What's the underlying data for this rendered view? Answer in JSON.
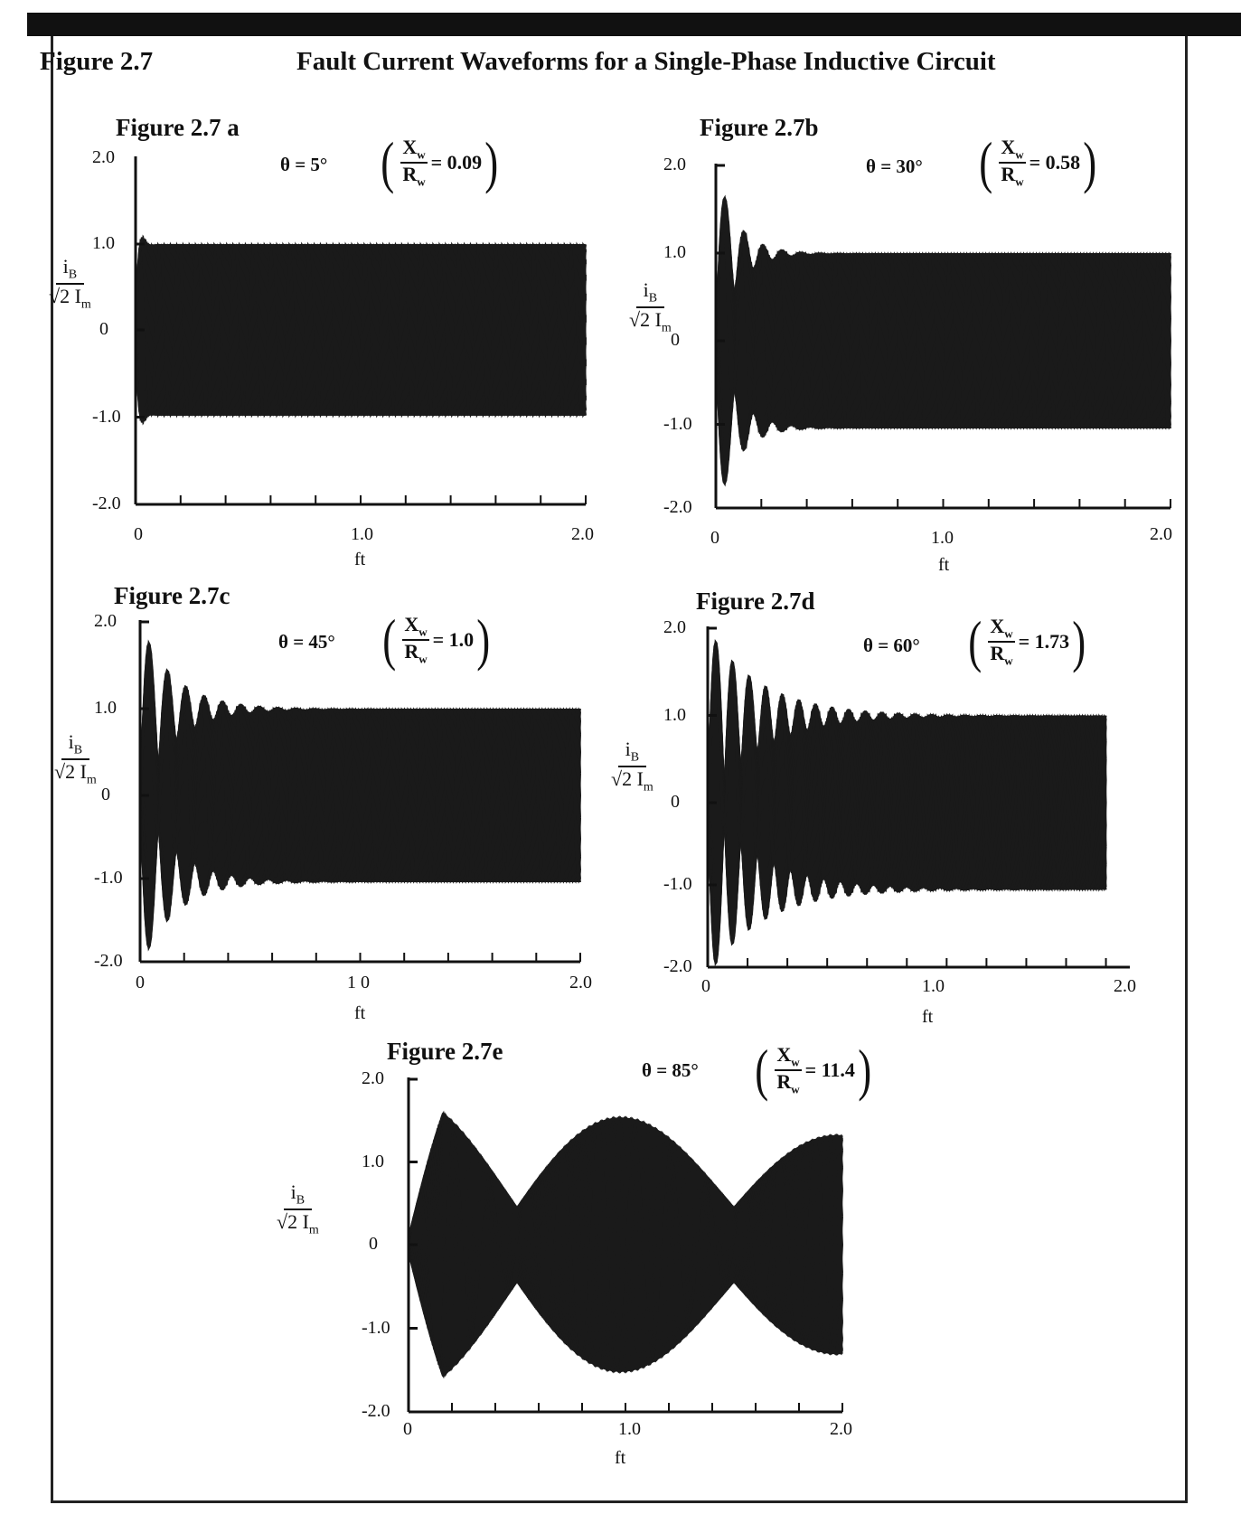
{
  "header": {
    "figure_number": "Figure 2.7",
    "title": "Fault Current Waveforms for a Single-Phase Inductive Circuit"
  },
  "chart_data": [
    {
      "id": "a",
      "type": "line",
      "title": "Figure 2.7 a",
      "theta_label": "θ = 5°",
      "ratio_num": "X",
      "ratio_den": "R",
      "ratio_sub": "w",
      "ratio_value": "= 0.09",
      "theta_deg": 5,
      "x_over_r": 0.09,
      "xlabel": "ft",
      "ylabel_num": "i",
      "ylabel_num_sub": "B",
      "ylabel_den": "√2 I",
      "ylabel_den_sub": "m",
      "xlim": [
        0,
        2.0
      ],
      "ylim": [
        -2.0,
        2.0
      ],
      "x_ticks": [
        "0",
        "1.0",
        "2.0"
      ],
      "y_ticks": [
        "2.0",
        "1.0",
        "0",
        "-1.0",
        "-2.0"
      ],
      "series_description": "Family of fault-current curves for switching angles 0–360°; envelope ≈ ±1.0 throughout",
      "envelope_max": 1.0,
      "envelope_min": -1.0
    },
    {
      "id": "b",
      "type": "line",
      "title": "Figure 2.7b",
      "theta_label": "θ = 30°",
      "ratio_num": "X",
      "ratio_den": "R",
      "ratio_sub": "w",
      "ratio_value": "= 0.58",
      "theta_deg": 30,
      "x_over_r": 0.58,
      "xlabel": "ft",
      "ylabel_num": "i",
      "ylabel_num_sub": "B",
      "ylabel_den": "√2 I",
      "ylabel_den_sub": "m",
      "xlim": [
        0,
        2.0
      ],
      "ylim": [
        -2.0,
        2.0
      ],
      "x_ticks": [
        "0",
        "1.0",
        "2.0"
      ],
      "y_ticks": [
        "2.0",
        "1.0",
        "0",
        "-1.0",
        "-2.0"
      ],
      "series_description": "Envelope reaches ±1.0 by ft≈0.25 and stays at ±1.0",
      "envelope_max": 1.0,
      "envelope_min": -1.0
    },
    {
      "id": "c",
      "type": "line",
      "title": "Figure 2.7c",
      "theta_label": "θ = 45°",
      "ratio_num": "X",
      "ratio_den": "R",
      "ratio_sub": "w",
      "ratio_value": "= 1.0",
      "theta_deg": 45,
      "x_over_r": 1.0,
      "xlabel": "ft",
      "ylabel_num": "i",
      "ylabel_num_sub": "B",
      "ylabel_den": "√2 I",
      "ylabel_den_sub": "m",
      "xlim": [
        0,
        2.0
      ],
      "ylim": [
        -2.0,
        2.0
      ],
      "x_ticks": [
        "0",
        "1 0",
        "2.0"
      ],
      "y_ticks": [
        "2.0",
        "1.0",
        "0",
        "-1.0",
        "-2.0"
      ],
      "series_description": "Envelope peaks ≈ ±1.04 near ft≈0.4, settles to ±1.0",
      "envelope_max": 1.04,
      "envelope_min": -1.04
    },
    {
      "id": "d",
      "type": "line",
      "title": "Figure 2.7d",
      "theta_label": "θ = 60°",
      "ratio_num": "X",
      "ratio_den": "R",
      "ratio_sub": "w",
      "ratio_value": "= 1.73",
      "theta_deg": 60,
      "x_over_r": 1.73,
      "xlabel": "ft",
      "ylabel_num": "i",
      "ylabel_num_sub": "B",
      "ylabel_den": "√2 I",
      "ylabel_den_sub": "m",
      "xlim": [
        0,
        2.1
      ],
      "ylim": [
        -2.0,
        2.0
      ],
      "x_ticks": [
        "0",
        "1.0",
        "2.0"
      ],
      "y_ticks": [
        "2.0",
        "1.0",
        "0",
        "-1.0",
        "-2.0"
      ],
      "series_description": "Envelope peaks ≈ ±1.17 near ft≈0.45, settles to ±1.0",
      "envelope_max": 1.17,
      "envelope_min": -1.17
    },
    {
      "id": "e",
      "type": "line",
      "title": "Figure 2.7e",
      "theta_label": "θ = 85°",
      "ratio_num": "X",
      "ratio_den": "R",
      "ratio_sub": "w",
      "ratio_value": "= 11.4",
      "theta_deg": 85,
      "x_over_r": 11.4,
      "xlabel": "ft",
      "ylabel_num": "i",
      "ylabel_num_sub": "B",
      "ylabel_den": "√2 I",
      "ylabel_den_sub": "m",
      "xlim": [
        0,
        2.0
      ],
      "ylim": [
        -2.0,
        2.0
      ],
      "x_ticks": [
        "0",
        "1.0",
        "2.0"
      ],
      "y_ticks": [
        "2.0",
        "1.0",
        "0",
        "-1.0",
        "-2.0"
      ],
      "series_description": "Envelope peaks ≈ ±1.8 at ft≈0.5, narrows to ≈ ±0.45 at ft≈1.0, second peak ≈ ±1.45 at ft≈1.5",
      "envelope_max": 1.8,
      "envelope_min": -1.8
    }
  ]
}
